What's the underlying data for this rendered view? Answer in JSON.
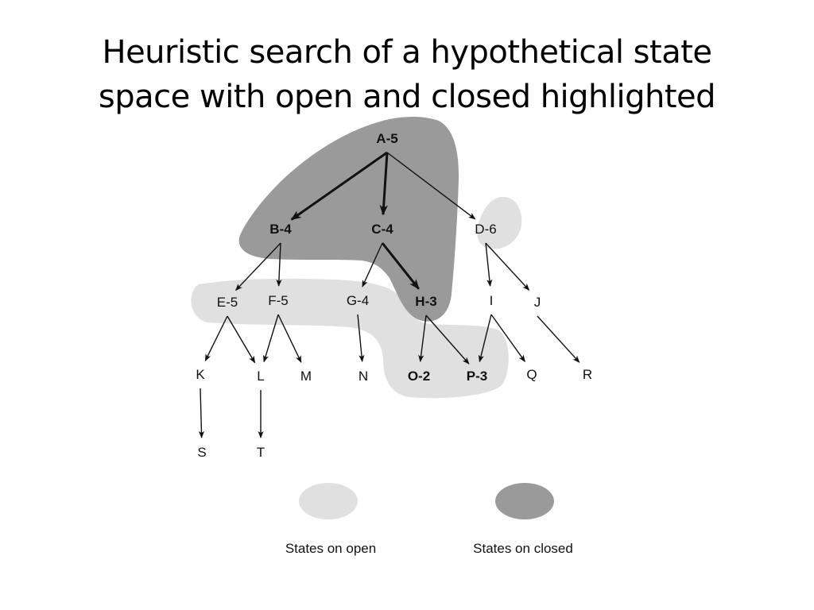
{
  "title": {
    "line1": "Heuristic search of a hypothetical state",
    "line2": "space with open and closed highlighted"
  },
  "colors": {
    "closed_region": "#9a9a9a",
    "open_region": "#e0e0e0",
    "edge": "#111111"
  },
  "nodes": {
    "A": "A-5",
    "B": "B-4",
    "C": "C-4",
    "D": "D-6",
    "E": "E-5",
    "F": "F-5",
    "G": "G-4",
    "H": "H-3",
    "I": "I",
    "J": "J",
    "K": "K",
    "L": "L",
    "M": "M",
    "N": "N",
    "O": "O-2",
    "P": "P-3",
    "Q": "Q",
    "R": "R",
    "S": "S",
    "T": "T"
  },
  "closed_states": [
    "A",
    "B",
    "C",
    "H"
  ],
  "open_states": [
    "D",
    "E",
    "F",
    "G",
    "O",
    "P"
  ],
  "edges": [
    {
      "from": "A",
      "to": "B",
      "bold": true
    },
    {
      "from": "A",
      "to": "C",
      "bold": true
    },
    {
      "from": "A",
      "to": "D",
      "bold": false
    },
    {
      "from": "B",
      "to": "E",
      "bold": false
    },
    {
      "from": "B",
      "to": "F",
      "bold": false
    },
    {
      "from": "C",
      "to": "G",
      "bold": false
    },
    {
      "from": "C",
      "to": "H",
      "bold": true
    },
    {
      "from": "D",
      "to": "I",
      "bold": false
    },
    {
      "from": "D",
      "to": "J",
      "bold": false
    },
    {
      "from": "E",
      "to": "K",
      "bold": false
    },
    {
      "from": "E",
      "to": "L",
      "bold": false
    },
    {
      "from": "F",
      "to": "L",
      "bold": false
    },
    {
      "from": "F",
      "to": "M",
      "bold": false
    },
    {
      "from": "G",
      "to": "N",
      "bold": false
    },
    {
      "from": "H",
      "to": "O",
      "bold": false
    },
    {
      "from": "H",
      "to": "P",
      "bold": false
    },
    {
      "from": "I",
      "to": "P",
      "bold": false
    },
    {
      "from": "I",
      "to": "Q",
      "bold": false
    },
    {
      "from": "J",
      "to": "R",
      "bold": false
    },
    {
      "from": "K",
      "to": "S",
      "bold": false
    },
    {
      "from": "L",
      "to": "T",
      "bold": false
    }
  ],
  "legend": {
    "open_label": "States on open",
    "closed_label": "States on closed"
  }
}
